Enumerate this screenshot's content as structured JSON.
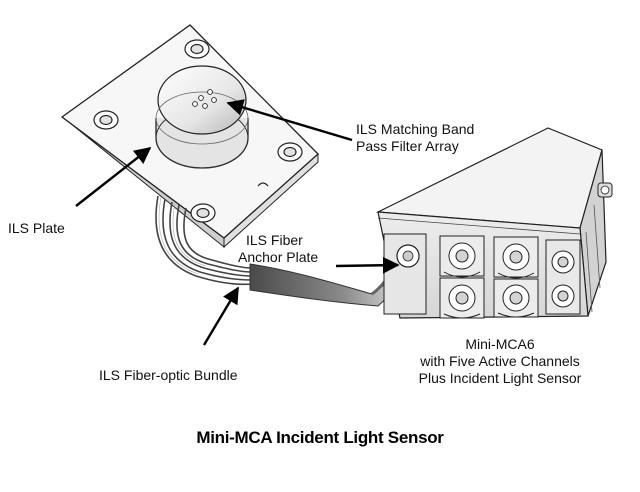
{
  "labels": {
    "ils_plate": "ILS Plate",
    "filter_array": [
      "ILS Matching Band",
      "Pass Filter Array"
    ],
    "fiber_anchor": [
      "ILS Fiber",
      "Anchor Plate"
    ],
    "fiber_bundle": "ILS Fiber-optic Bundle",
    "mini_mca": [
      "Mini-MCA6",
      "with Five Active Channels",
      "Plus Incident Light Sensor"
    ]
  },
  "caption": "Mini-MCA Incident Light Sensor"
}
